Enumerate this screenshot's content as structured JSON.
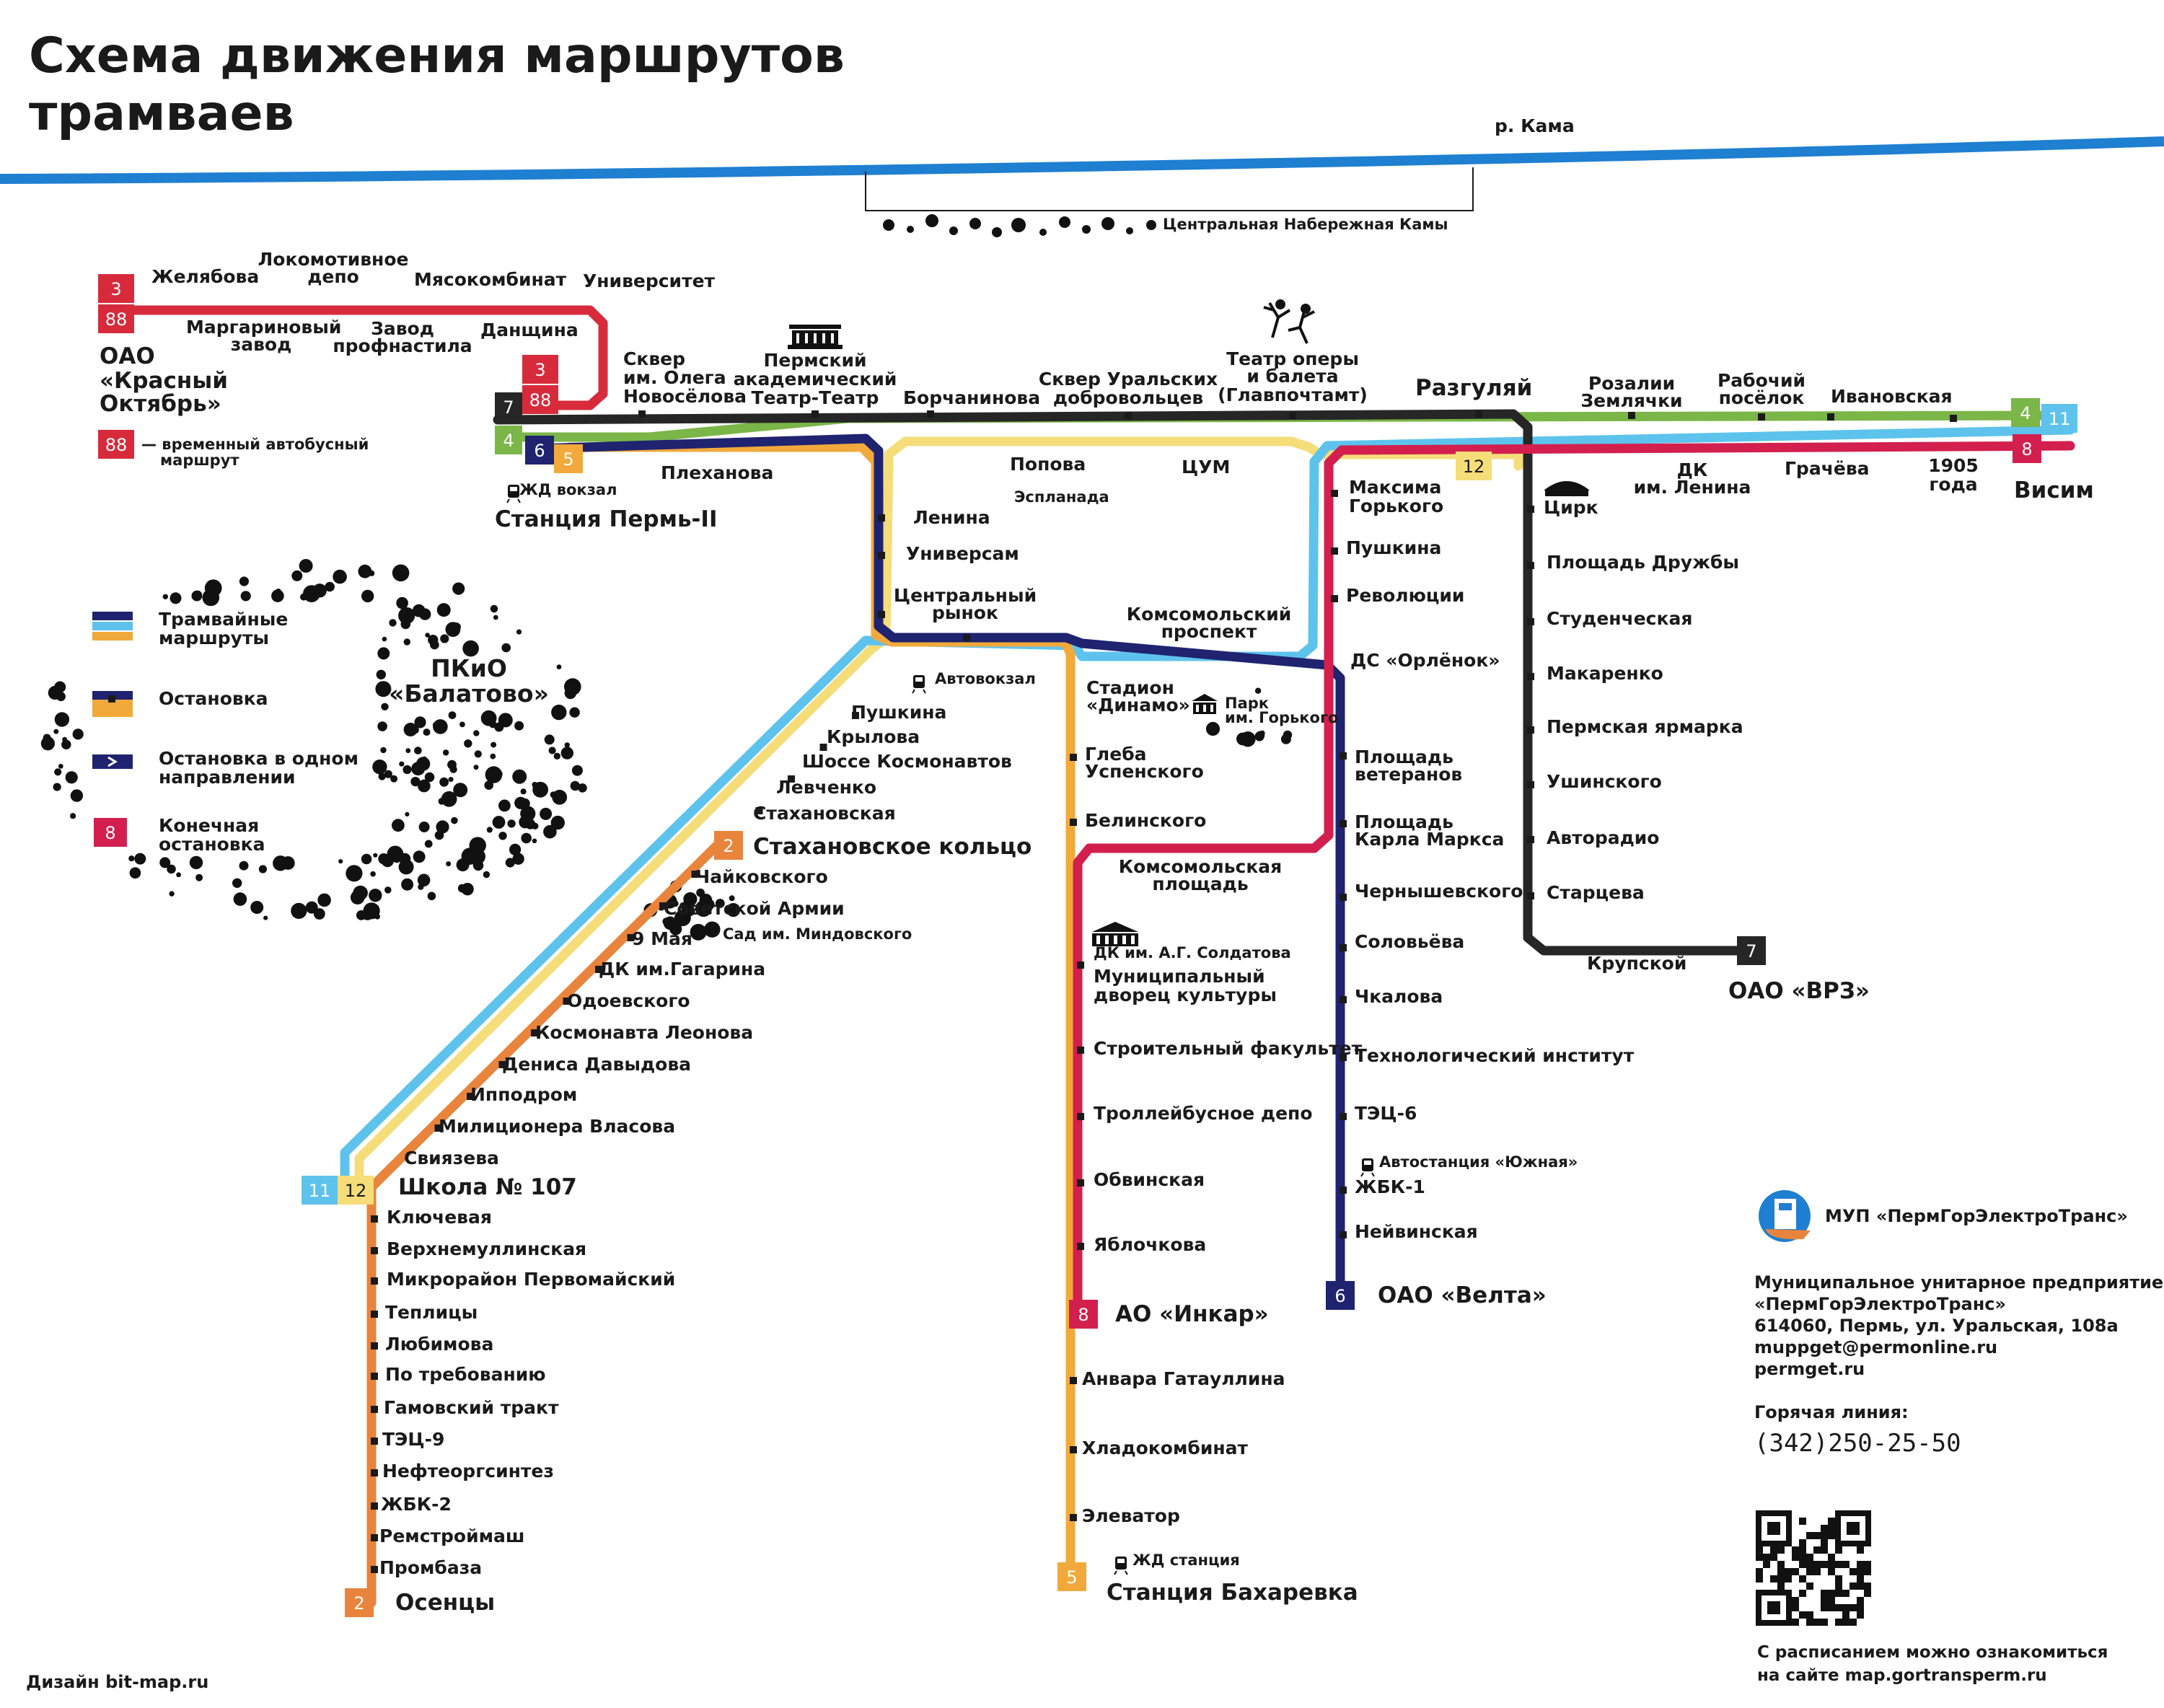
{
  "title_line1": "Схема движения маршрутов",
  "title_line2": "трамваев",
  "river": "р. Кама",
  "embankment": "Центральная Набережная Камы",
  "park": {
    "line1": "ПКиО",
    "line2": "«Балатово»"
  },
  "legend": {
    "routes_1": "Трамвайные",
    "routes_2": "маршруты",
    "stop": "Остановка",
    "oneway_1": "Остановка в одном",
    "oneway_2": "направлении",
    "terminal_1": "Конечная",
    "terminal_2": "остановка",
    "bus_num": "88",
    "bus_1": "— временный автобусный",
    "bus_2": "маршрут"
  },
  "routes": {
    "r2": "2",
    "r3": "3",
    "r4": "4",
    "r5": "5",
    "r6": "6",
    "r7": "7",
    "r8": "8",
    "r11": "11",
    "r12": "12",
    "bus": "88"
  },
  "colors": {
    "r2": "#e8843c",
    "r3": "#d72b3c",
    "r4": "#7ab648",
    "r5": "#f2a93b",
    "r6": "#1f2370",
    "r7": "#262626",
    "r8": "#d31f4e",
    "r11": "#5ec3ec",
    "r12": "#f5dd7a",
    "river": "#1f7fd1"
  },
  "stations": {
    "krasny_1": "ОАО",
    "krasny_2": "«Красный",
    "krasny_3": "Октябрь»",
    "zhelyabova": "Желябова",
    "lokomotiv_1": "Локомотивное",
    "lokomotiv_2": "депо",
    "myaso": "Мясокомбинат",
    "univer": "Университет",
    "margarin_1": "Маргариновый",
    "margarin_2": "завод",
    "zavod_1": "Завод",
    "zavod_2": "профнастила",
    "danshchina": "Данщина",
    "skver_nov_1": "Сквер",
    "skver_nov_2": "им. Олега",
    "skver_nov_3": "Новосёлова",
    "perm_teatr_1": "Пермский",
    "perm_teatr_2": "академический",
    "perm_teatr_3": "Театр-Театр",
    "borchaninova": "Борчанинова",
    "skver_ural_1": "Сквер Уральских",
    "skver_ural_2": "добровольцев",
    "opera_1": "Театр оперы",
    "opera_2": "и балета",
    "opera_3": "(Главпочтамт)",
    "razgulyay": "Разгуляй",
    "rozalii_1": "Розалии",
    "rozalii_2": "Землячки",
    "rabochiy_1": "Рабочий",
    "rabochiy_2": "посёлок",
    "ivanovskaya": "Ивановская",
    "dk_lenina_1": "ДК",
    "dk_lenina_2": "им. Ленина",
    "gracheva": "Грачёва",
    "g1905_1": "1905",
    "g1905_2": "года",
    "visim": "Висим",
    "plekhanova": "Плеханова",
    "zhd_vokzal": "ЖД вокзал",
    "perm2": "Станция Пермь-II",
    "popova": "Попова",
    "esplanada": "Эспланада",
    "tsum": "ЦУМ",
    "gorkogo_1": "Максима",
    "gorkogo_2": "Горького",
    "pushkina_e": "Пушкина",
    "revolutsii": "Революции",
    "orlenok": "ДС «Орлёнок»",
    "veteranov_1": "Площадь",
    "veteranov_2": "ветеранов",
    "marksa_1": "Площадь",
    "marksa_2": "Карла Маркса",
    "chernyshevskogo": "Чернышевского",
    "solovyova": "Соловьёва",
    "chkalova": "Чкалова",
    "tekhinst": "Технологический институт",
    "tets6": "ТЭЦ-6",
    "avto_yuzh": "Автостанция «Южная»",
    "zhbk1": "ЖБК-1",
    "neyvinskaya": "Нейвинская",
    "velta": "ОАО «Велта»",
    "tsirk": "Цирк",
    "druzhby": "Площадь Дружбы",
    "studencheskaya": "Студенческая",
    "makarenko": "Макаренко",
    "yarmarka": "Пермская ярмарка",
    "ushinskogo": "Ушинского",
    "avtoradio": "Авторадио",
    "startseva": "Старцева",
    "krupskoy": "Крупской",
    "vrz": "ОАО «ВРЗ»",
    "lenina": "Ленина",
    "universam": "Универсам",
    "tsrynok_1": "Центральный",
    "tsrynok_2": "рынок",
    "komsom_pr_1": "Комсомольский",
    "komsom_pr_2": "проспект",
    "avtovokzal": "Автовокзал",
    "dinamo_1": "Стадион",
    "dinamo_2": "«Динамо»",
    "park_gork_1": "Парк",
    "park_gork_2": "им. Горького",
    "uspenskogo_1": "Глеба",
    "uspenskogo_2": "Успенского",
    "belinskogo": "Белинского",
    "komsom_pl_1": "Комсомольская",
    "komsom_pl_2": "площадь",
    "dk_soldatova": "ДК им. А.Г. Солдатова",
    "mdk_1": "Муниципальный",
    "mdk_2": "дворец культуры",
    "stroifak": "Строительный факультет",
    "trolley_depo": "Троллейбусное депо",
    "obvinskaya": "Обвинская",
    "yablochkova": "Яблочкова",
    "inkar": "АО «Инкар»",
    "gataullina": "Анвара Гатауллина",
    "khladokombinat": "Хладокомбинат",
    "elevator": "Элеватор",
    "zhd_stantsiya": "ЖД станция",
    "bakharevka": "Станция Бахаревка",
    "pushkina_w": "Пушкина",
    "krylova": "Крылова",
    "kosmonavtov": "Шоссе Космонавтов",
    "levchenko": "Левченко",
    "stakhanovskaya": "Стахановская",
    "stakh_koltso": "Стахановское кольцо",
    "chaykovskogo": "Чайковского",
    "sov_armii": "Советской Армии",
    "may9": "9 Мая",
    "sad_mind": "Сад им. Миндовского",
    "gagarina": "ДК им.Гагарина",
    "odoevskogo": "Одоевского",
    "leonova": "Космонавта Леонова",
    "davydova": "Дениса Давыдова",
    "ippodrom": "Ипподром",
    "vlasova": "Милиционера Власова",
    "svyazeva": "Свиязева",
    "shkola107": "Школа № 107",
    "klyuchevaya": "Ключевая",
    "verkhnemull": "Верхнемуллинская",
    "pervomayskiy": "Микрорайон Первомайский",
    "teplitsy": "Теплицы",
    "lyubimova": "Любимова",
    "po_treb": "По требованию",
    "gamovskiy": "Гамовский тракт",
    "tets9": "ТЭЦ-9",
    "nefteorg": "Нефтеоргсинтез",
    "zhbk2": "ЖБК-2",
    "remstroy": "Ремстроймаш",
    "prombaza": "Промбаза",
    "osentsy": "Осенцы"
  },
  "company": {
    "name": "МУП «ПермГорЭлектроТранс»",
    "full_1": "Муниципальное унитарное предприятие",
    "full_2": "«ПермГорЭлектроТранс»",
    "address": "614060, Пермь, ул. Уральская, 108а",
    "email": "muppget@permonline.ru",
    "site": "permget.ru",
    "hotline_label": "Горячая линия:",
    "hotline": "(342)250-25-50",
    "schedule_1": "С расписанием можно ознакомиться",
    "schedule_2": "на сайте map.gortransperm.ru"
  },
  "design": "Дизайн bit-map.ru"
}
